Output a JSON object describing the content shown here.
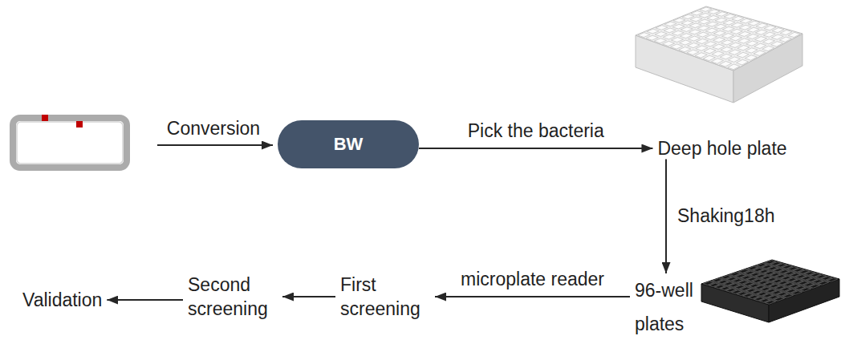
{
  "diagram": {
    "nodes": [
      {
        "text": [
          "BW"
        ]
      },
      {
        "text": [
          "Deep hole plate"
        ]
      },
      {
        "text": [
          "96-well plates"
        ]
      },
      {
        "text": [
          "First screening"
        ]
      },
      {
        "text": [
          "Second screening"
        ]
      },
      {
        "text": [
          "Validation"
        ]
      }
    ],
    "edges": [
      {
        "from": 0,
        "to": 1,
        "label": "Pick the bacteria",
        "arrow": "to"
      },
      {
        "from": 1,
        "to": 2,
        "label": "Shaking18h",
        "arrow": "to"
      },
      {
        "from": 2,
        "to": 3,
        "label": "microplate reader",
        "arrow": "to"
      },
      {
        "from": 3,
        "to": 4,
        "arrow": "to"
      },
      {
        "from": 4,
        "to": 5,
        "arrow": "to"
      }
    ],
    "labels": [
      "Conversion"
    ]
  }
}
